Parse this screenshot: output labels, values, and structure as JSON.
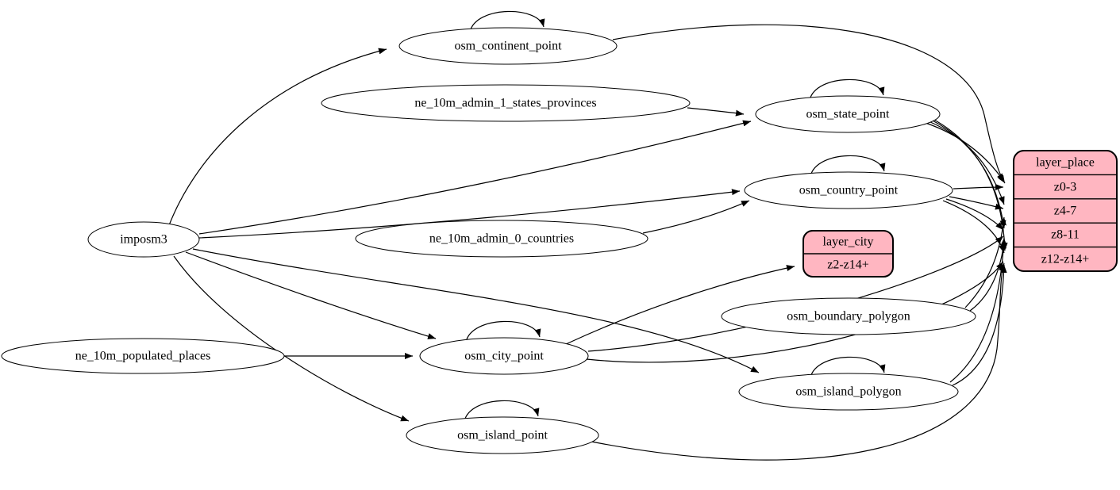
{
  "diagram": {
    "type": "graphviz-dataflow",
    "colors": {
      "background": "#ffffff",
      "edge": "#000000",
      "ellipse_fill": "#ffffff",
      "record_fill": "#ffb6c1",
      "stroke": "#000000"
    },
    "nodes": {
      "imposm3": {
        "label": "imposm3"
      },
      "osm_continent_point": {
        "label": "osm_continent_point"
      },
      "ne_10m_admin_1_states_provinces": {
        "label": "ne_10m_admin_1_states_provinces"
      },
      "osm_state_point": {
        "label": "osm_state_point"
      },
      "osm_country_point": {
        "label": "osm_country_point"
      },
      "ne_10m_admin_0_countries": {
        "label": "ne_10m_admin_0_countries"
      },
      "osm_boundary_polygon": {
        "label": "osm_boundary_polygon"
      },
      "osm_city_point": {
        "label": "osm_city_point"
      },
      "osm_island_polygon": {
        "label": "osm_island_polygon"
      },
      "ne_10m_populated_places": {
        "label": "ne_10m_populated_places"
      },
      "osm_island_point": {
        "label": "osm_island_point"
      }
    },
    "records": {
      "layer_city": {
        "title": "layer_city",
        "rows": [
          "z2-z14+"
        ]
      },
      "layer_place": {
        "title": "layer_place",
        "rows": [
          "z0-3",
          "z4-7",
          "z8-11",
          "z12-z14+"
        ]
      }
    },
    "edges": [
      {
        "from": "imposm3",
        "to": "osm_continent_point"
      },
      {
        "from": "imposm3",
        "to": "osm_state_point"
      },
      {
        "from": "imposm3",
        "to": "osm_country_point"
      },
      {
        "from": "imposm3",
        "to": "osm_city_point"
      },
      {
        "from": "imposm3",
        "to": "osm_island_point"
      },
      {
        "from": "imposm3",
        "to": "osm_island_polygon"
      },
      {
        "from": "ne_10m_admin_1_states_provinces",
        "to": "osm_state_point"
      },
      {
        "from": "ne_10m_admin_0_countries",
        "to": "osm_country_point"
      },
      {
        "from": "ne_10m_populated_places",
        "to": "osm_city_point"
      },
      {
        "from": "osm_continent_point",
        "to": "osm_continent_point"
      },
      {
        "from": "osm_state_point",
        "to": "osm_state_point"
      },
      {
        "from": "osm_country_point",
        "to": "osm_country_point"
      },
      {
        "from": "osm_city_point",
        "to": "osm_city_point"
      },
      {
        "from": "osm_island_polygon",
        "to": "osm_island_polygon"
      },
      {
        "from": "osm_island_point",
        "to": "osm_island_point"
      },
      {
        "from": "osm_city_point",
        "to": "layer_city.z2-z14+"
      },
      {
        "from": "osm_continent_point",
        "to": "layer_place.z0-3"
      },
      {
        "from": "osm_state_point",
        "to": "layer_place.z0-3"
      },
      {
        "from": "osm_country_point",
        "to": "layer_place.z0-3"
      },
      {
        "from": "osm_state_point",
        "to": "layer_place.z4-7"
      },
      {
        "from": "osm_country_point",
        "to": "layer_place.z4-7"
      },
      {
        "from": "osm_boundary_polygon",
        "to": "layer_place.z4-7"
      },
      {
        "from": "osm_state_point",
        "to": "layer_place.z8-11"
      },
      {
        "from": "osm_country_point",
        "to": "layer_place.z8-11"
      },
      {
        "from": "osm_boundary_polygon",
        "to": "layer_place.z8-11"
      },
      {
        "from": "osm_island_polygon",
        "to": "layer_place.z8-11"
      },
      {
        "from": "osm_city_point",
        "to": "layer_place.z8-11"
      },
      {
        "from": "osm_state_point",
        "to": "layer_place.z12-z14+"
      },
      {
        "from": "osm_country_point",
        "to": "layer_place.z12-z14+"
      },
      {
        "from": "osm_island_polygon",
        "to": "layer_place.z12-z14+"
      },
      {
        "from": "osm_city_point",
        "to": "layer_place.z12-z14+"
      },
      {
        "from": "osm_island_point",
        "to": "layer_place.z12-z14+"
      }
    ]
  }
}
